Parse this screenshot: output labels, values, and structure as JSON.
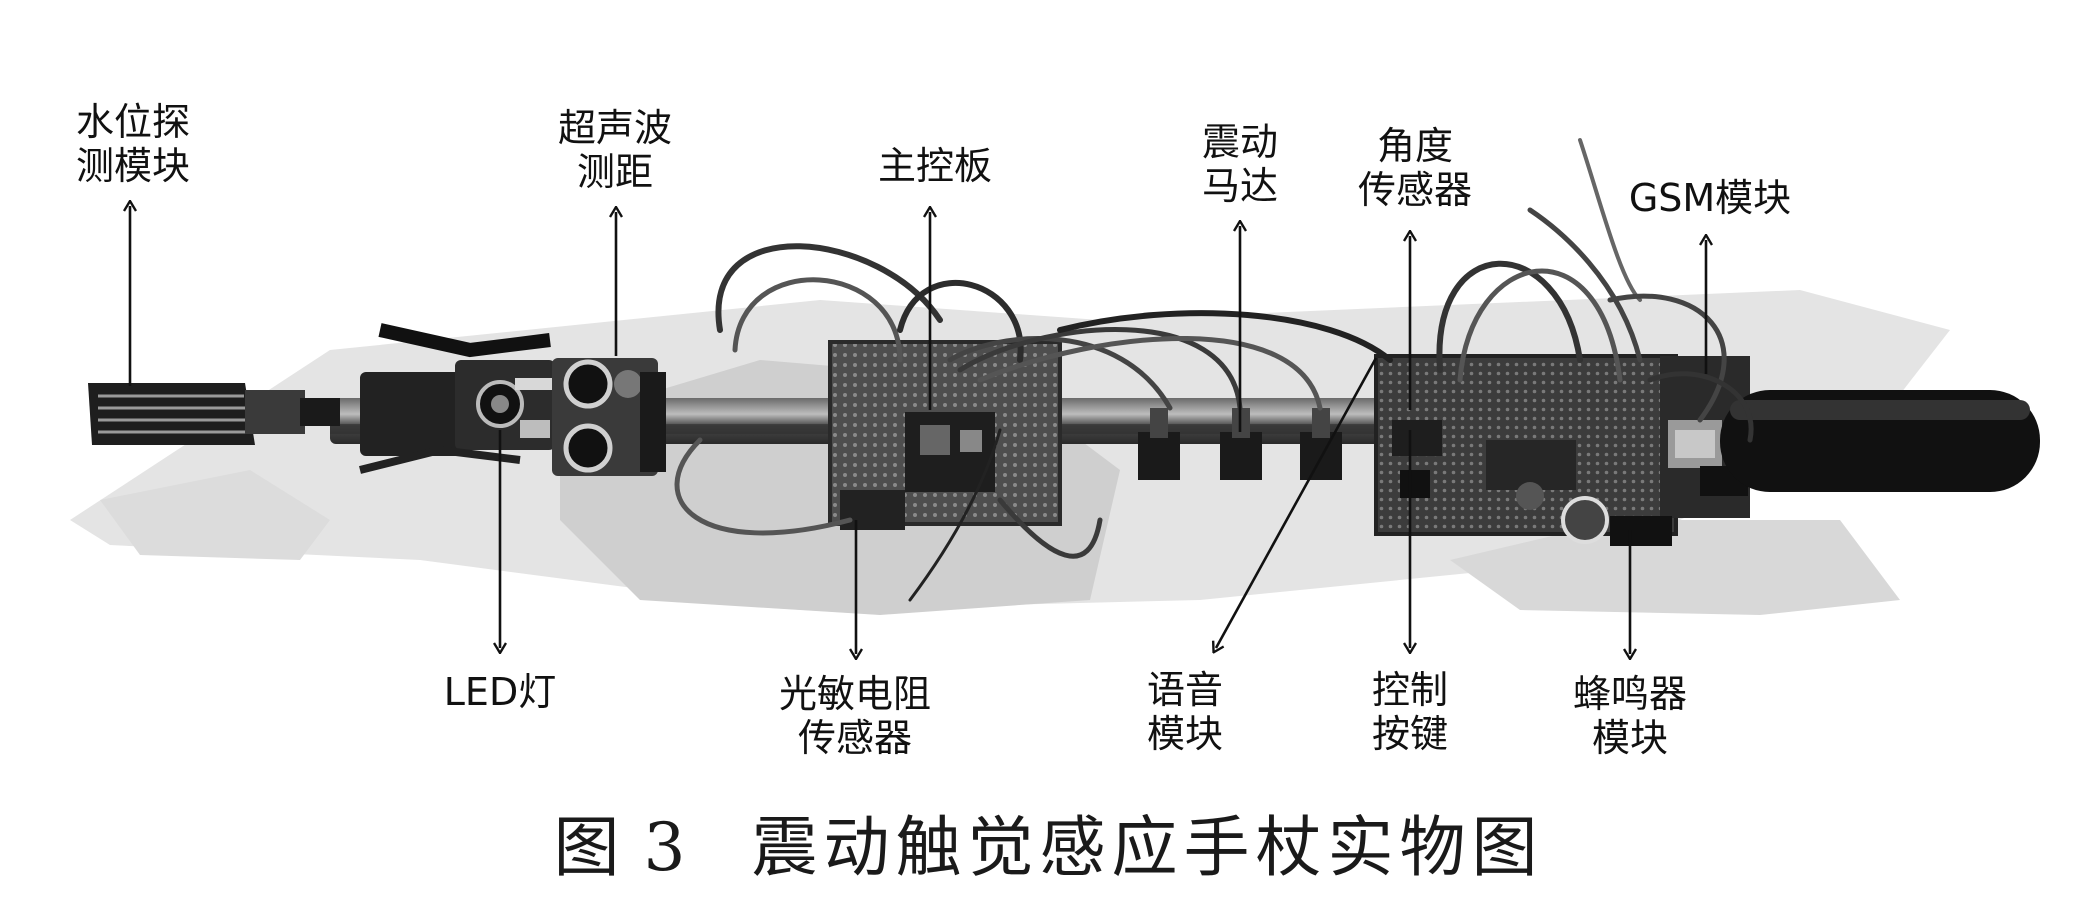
{
  "labels": {
    "water_level": [
      "水位探",
      "测模块"
    ],
    "ultrasonic": [
      "超声波",
      "测距"
    ],
    "main_board": [
      "主控板"
    ],
    "vibration_motor": [
      "震动",
      "马达"
    ],
    "angle_sensor": [
      "角度",
      "传感器"
    ],
    "gsm": [
      "GSM模块"
    ],
    "led": [
      "LED灯"
    ],
    "photoresistor": [
      "光敏电阻",
      "传感器"
    ],
    "voice": [
      "语音",
      "模块"
    ],
    "control_keys": [
      "控制",
      "按键"
    ],
    "buzzer": [
      "蜂鸣器",
      "模块"
    ]
  },
  "caption": {
    "prefix": "图",
    "number": "3",
    "title": "震动触觉感应手杖实物图"
  },
  "colors": {
    "ink": "#111111",
    "board": "#5a5a5a",
    "pipe": "#3a3a3a",
    "handle": "#111111"
  }
}
